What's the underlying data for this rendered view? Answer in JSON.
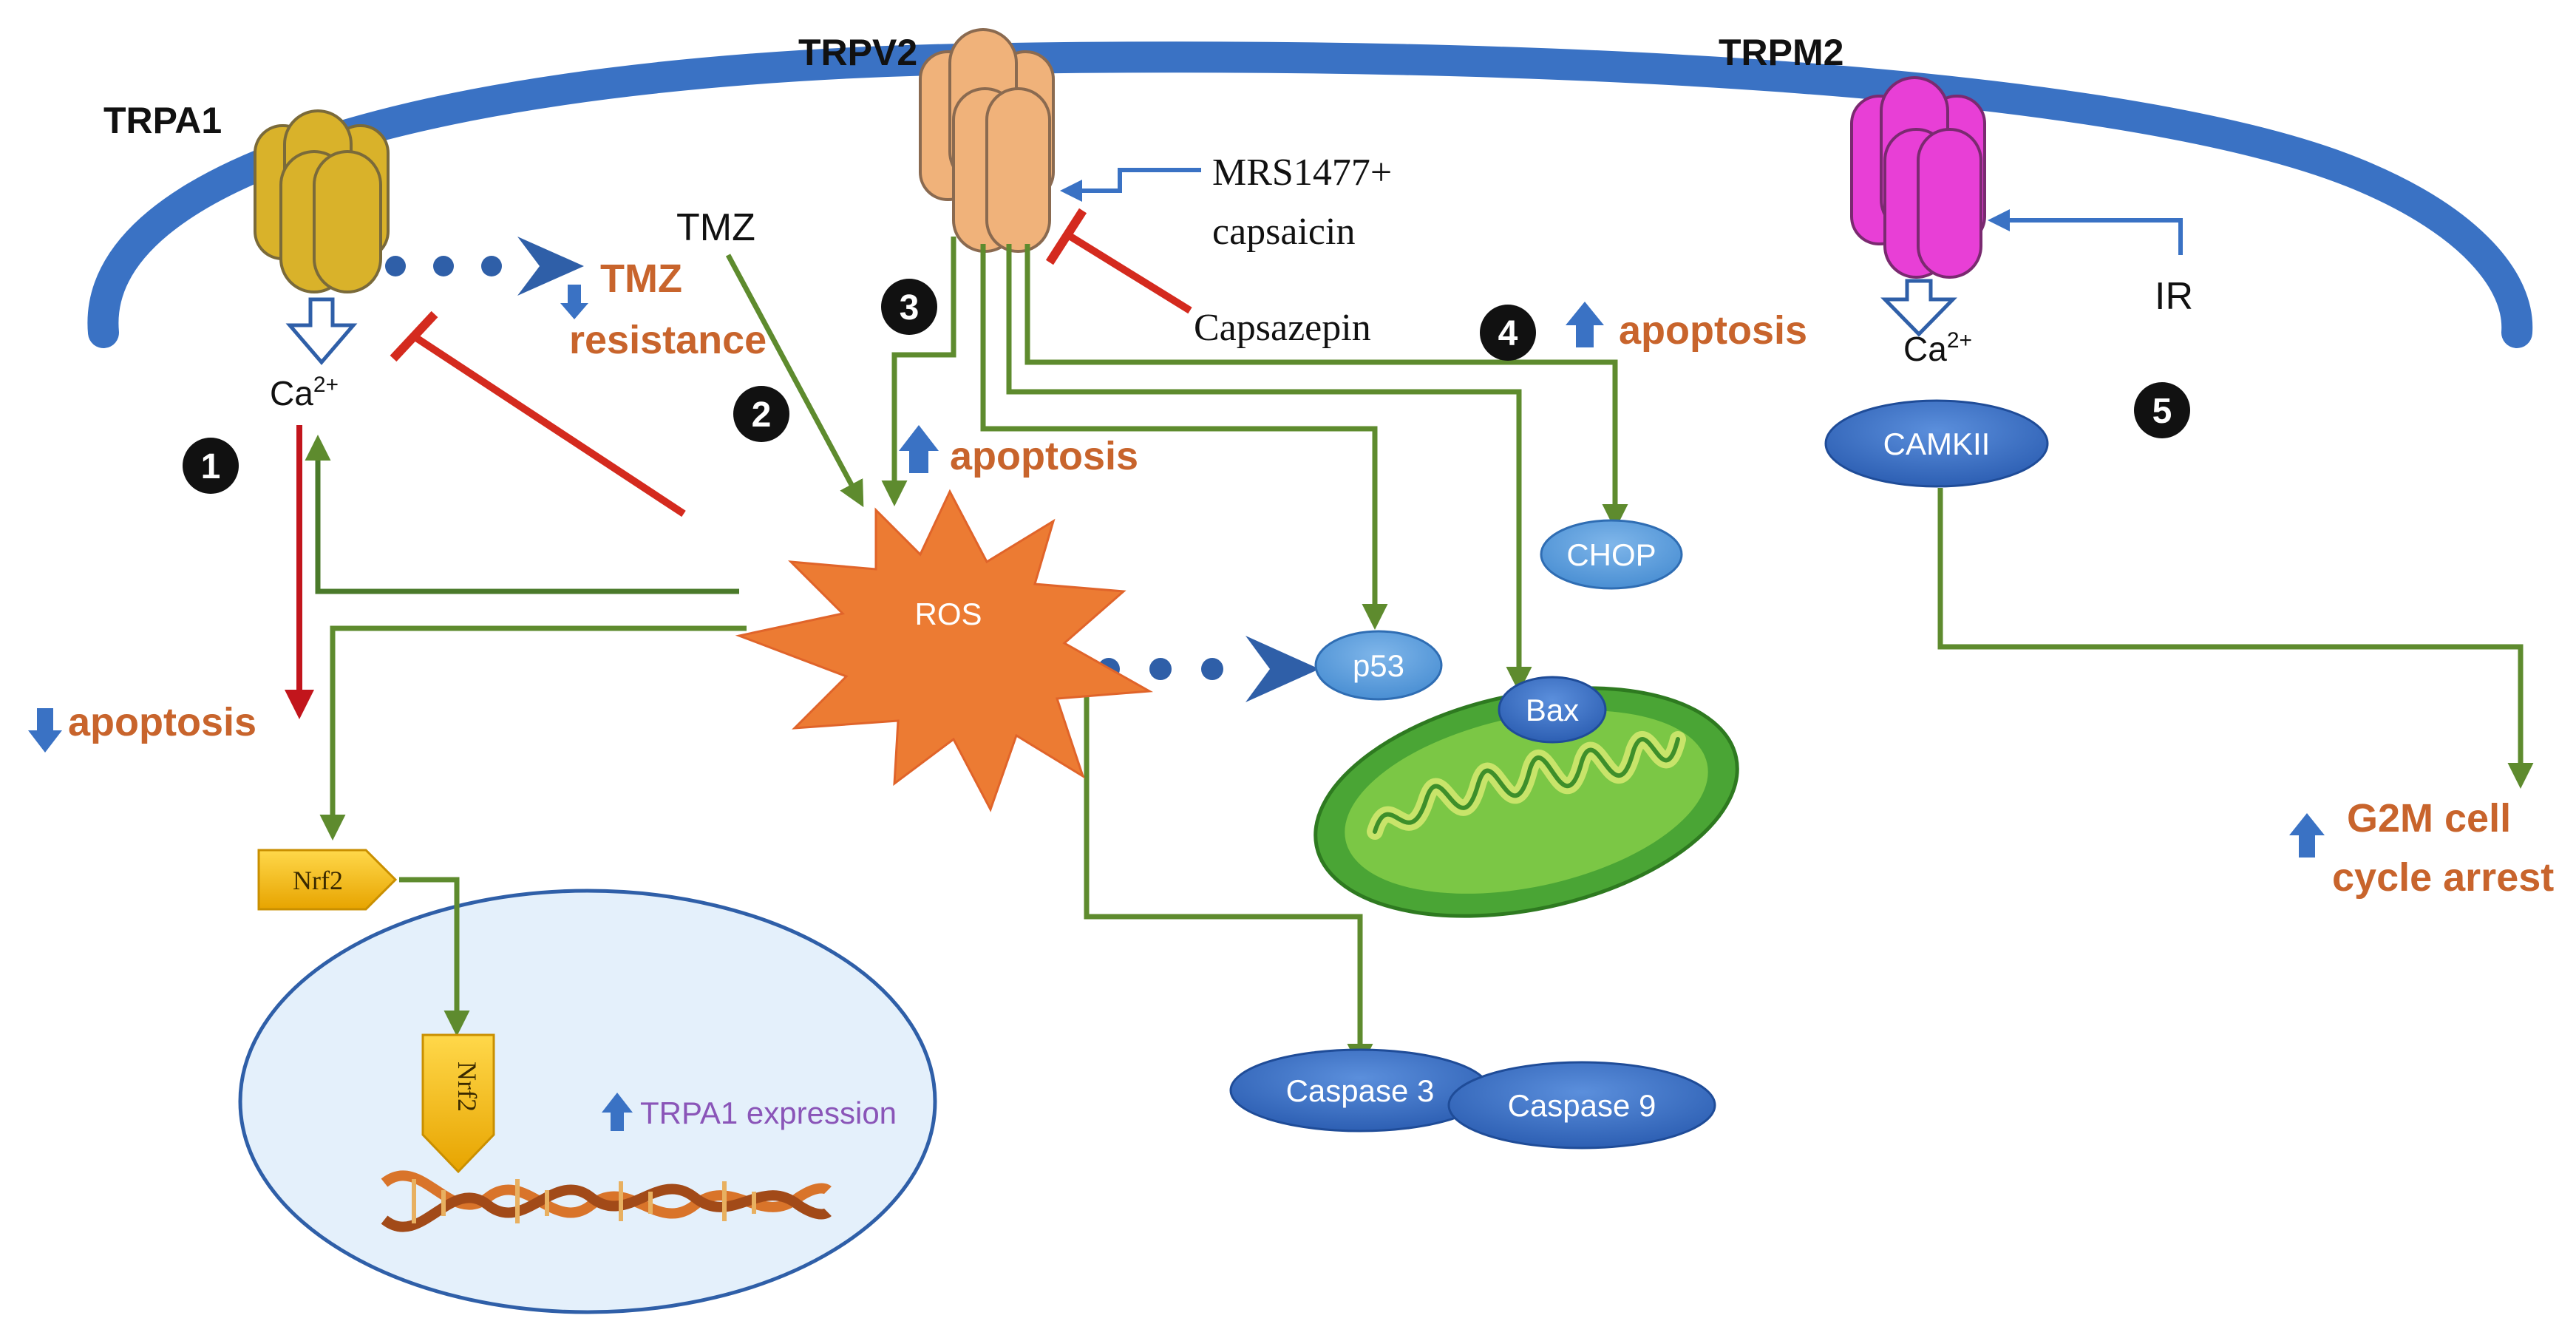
{
  "channels": {
    "trpa1": "TRPA1",
    "trpv2": "TRPV2",
    "trpm2": "TRPM2"
  },
  "ion": {
    "base": "Ca",
    "sup": "2+"
  },
  "drugs": {
    "tmz": "TMZ",
    "mrs_line1": "MRS1477+",
    "mrs_line2": "capsaicin",
    "capsazepin": "Capsazepin",
    "ir": "IR"
  },
  "effects": {
    "tmz_res_line1": "TMZ",
    "tmz_res_line2": "resistance",
    "apoptosis": "apoptosis",
    "g2m_line1": "G2M cell",
    "g2m_line2": "cycle arrest",
    "trpa1_expression": "TRPA1 expression"
  },
  "molecules": {
    "ros": "ROS",
    "p53": "p53",
    "bax": "Bax",
    "chop": "CHOP",
    "camkii": "CAMKII",
    "caspase3": "Caspase 3",
    "caspase9": "Caspase 9",
    "nrf2": "Nrf2"
  },
  "steps": [
    "1",
    "2",
    "3",
    "4",
    "5"
  ],
  "colors": {
    "membrane": "#3a72c4",
    "trpa1": "#d9b22a",
    "trpv2": "#f0b27a",
    "trpm2": "#e83fd6",
    "activation_arrow": "#5e8b2e",
    "inhibition": "#d42a1e",
    "ros": "#ec7b33",
    "effect_text": "#c8642c",
    "molecule_blue": "#3a6fc4",
    "nucleus_fill": "#e4f0fb",
    "nrf2": "#f5b800"
  },
  "icons": [
    "ion-channel-icon",
    "mitochondrion-icon",
    "dna-helix-icon",
    "up-arrow-icon",
    "down-arrow-icon"
  ]
}
